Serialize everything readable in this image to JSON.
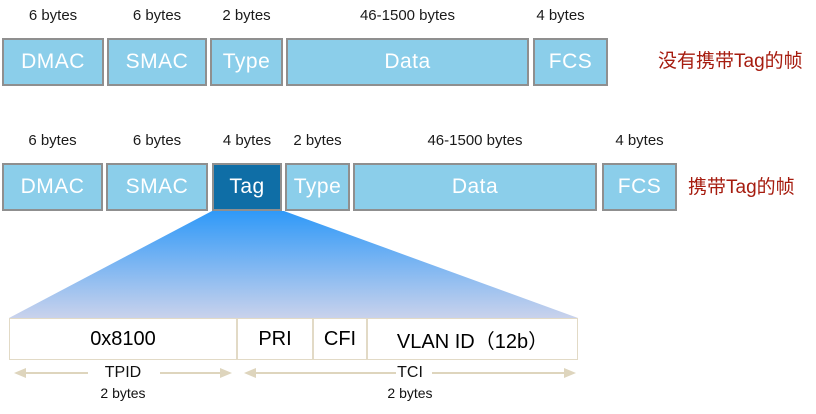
{
  "frame_no_tag": {
    "caption": "没有携带Tag的帧",
    "fields": [
      {
        "label": "DMAC",
        "bytes": "6 bytes"
      },
      {
        "label": "SMAC",
        "bytes": "6 bytes"
      },
      {
        "label": "Type",
        "bytes": "2 bytes"
      },
      {
        "label": "Data",
        "bytes": "46-1500 bytes"
      },
      {
        "label": "FCS",
        "bytes": "4 bytes"
      }
    ]
  },
  "frame_with_tag": {
    "caption": "携带Tag的帧",
    "fields": [
      {
        "label": "DMAC",
        "bytes": "6 bytes"
      },
      {
        "label": "SMAC",
        "bytes": "6 bytes"
      },
      {
        "label": "Tag",
        "bytes": "4 bytes",
        "highlight": true
      },
      {
        "label": "Type",
        "bytes": "2 bytes"
      },
      {
        "label": "Data",
        "bytes": "46-1500 bytes"
      },
      {
        "label": "FCS",
        "bytes": "4 bytes"
      }
    ]
  },
  "tag_detail": {
    "fields": [
      {
        "label": "0x8100"
      },
      {
        "label": "PRI"
      },
      {
        "label": "CFI"
      },
      {
        "label": "VLAN ID（12b）"
      }
    ],
    "spans": [
      {
        "label": "TPID",
        "bytes": "2 bytes"
      },
      {
        "label": "TCI",
        "bytes": "2 bytes"
      }
    ]
  },
  "colors": {
    "field_fill": "#8bceea",
    "tag_fill": "#0f6ea6",
    "field_border": "#8f8f8f",
    "caption_red": "#a61c0f",
    "funnel_top": "#2f99f8",
    "funnel_bottom": "#c9d2ec",
    "detail_border": "#e2dac6",
    "arrow": "#ded5bd"
  }
}
